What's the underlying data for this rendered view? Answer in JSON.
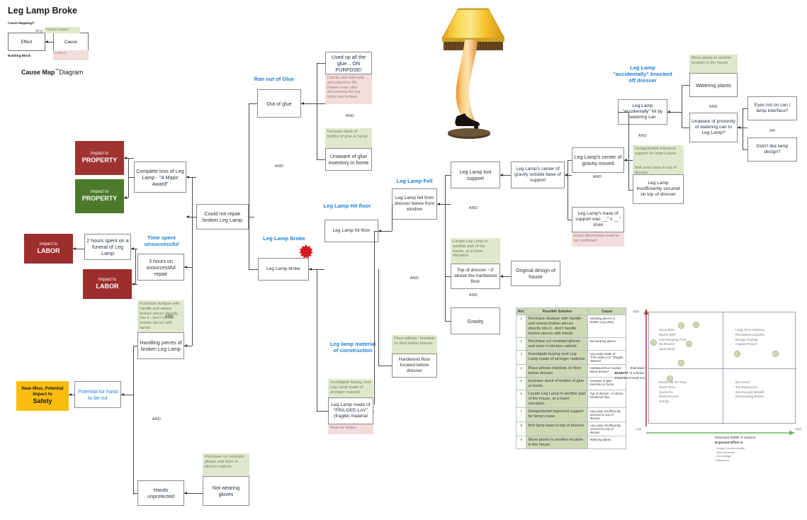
{
  "header": {
    "title": "Leg Lamp Broke",
    "legend": {
      "cause_mapping": "Cause Mapping®",
      "why": "Why?",
      "effect": "Effect",
      "cause": "Cause",
      "possible_solution": "Possible Solution",
      "evidence": "Evidence",
      "building_block": "Building Block",
      "diagram_bold": "Cause Map",
      "diagram_tm": "™",
      "diagram_rest": "Diagram"
    }
  },
  "labels": {
    "and": "AND",
    "or": "OR"
  },
  "impacts": [
    {
      "name": "property-red",
      "line1": "Impact to",
      "line2": "PROPERTY"
    },
    {
      "name": "property-green",
      "line1": "Impact to",
      "line2": "PROPERTY"
    },
    {
      "name": "labor-1",
      "line1": "Impact to",
      "line2": "LABOR"
    },
    {
      "name": "labor-2",
      "line1": "Impact to",
      "line2": "LABOR"
    },
    {
      "name": "safety",
      "line1": "Near-Miss, Potential Impact to",
      "line2": "Safety"
    }
  ],
  "headings": {
    "ran_out_of_glue": "Ran out of Glue",
    "leg_lamp_hit_floor": "Leg Lamp Hit floor",
    "leg_lamp_broke": "Leg Lamp Broke",
    "leg_lamp_fell": "Leg Lamp Fell",
    "time_spent_unsuccessful": "Time spent unsuccessful",
    "leg_lamp_material": "Leg lamp material of construction",
    "knocked_off_dresser": "Leg Lamp \"accidentally\" knocked off dresser"
  },
  "nodes": {
    "complete_loss": "Complete loss of Leg Lamp - \"A Major Award\"",
    "could_not_repair": "Could not repair broken Leg Lamp",
    "two_hours_funeral": "2 hours spent on a funeral of Leg Lamp",
    "three_hours_repair": "3 hours on unsuccessful repair",
    "handling_pieces": "Handling pieces of broken Leg Lamp",
    "potential_hand_cut": "Potential for hand to be cut",
    "hands_unprotected": "Hands unprotected",
    "not_wearing_gloves": "Not wearing gloves",
    "out_of_glue": "Out of glue",
    "used_up_glue": "Used up all the glue... ON PURPOSE!",
    "unaware_glue_inventory": "Unaware of glue inventory in home",
    "leg_lamp_hit_floor": "Leg Lamp hit floor",
    "leg_lamp_broke": "Leg Lamp broke",
    "leg_lamp_fell": "Leg Lamp fell from dresser below front window",
    "leg_lamp_lost_support": "Leg Lamp lost support",
    "cog_outside_base": "Leg Lamp's center of gravity outside base of support",
    "cog_moved": "Leg Lamp's center of gravity moved",
    "base_of_support": "Leg Lamp's base of support was __\" x __\" shoe",
    "top_of_dresser": "Top of dresser ~3' above the hardwood floor",
    "original_design": "Original design of house",
    "gravity": "Gravity",
    "hardwood_floor": "Hardwood floor located below dresser",
    "fragile_material": "Leg Lamp made of \"FRA-GEE-LAY\" (fragile) material",
    "hit_by_watering_can": "Leg Lamp \"accidentally\" hit by watering can",
    "watering_plants": "Watering plants",
    "unaware_proximity": "Unaware of proximity of watering can to Leg Lamp?",
    "eyes_not_on_can": "Eyes not on can / lamp interface?",
    "didnt_like_design": "Didn't like lamp design?",
    "insufficiently_secured": "Leg Lamp insufficiently secured on top of dresser"
  },
  "solutions": {
    "dustpan": "Purchase dustpan with handle and sweep broken pieces directly into it - don't handle broken pieces with hands",
    "cut_gloves": "Purchase cut resistant gloves and store in kitchen cabinet.",
    "increase_glue": "Increase stock of bottles of glue at home",
    "locate_lamp": "Locate Leg Lamp in another part of the house, at a lower elevation",
    "pillows": "Place pillows / blankets on floor below dresser",
    "stronger_material": "Investigate buying next Leg Lamp made of stronger material",
    "move_plants": "Move plants to another location in the house",
    "improved_support": "Design/install improved support for lamp's base",
    "bolt_lamp": "Bolt lamp base to top of dresser"
  },
  "evidence": {
    "mr_parker": "Calmly and rationally articulated by Mr. Parker soon after discovering the leg lamp was broken",
    "must_be_italian": "Must be Italian.",
    "exact_dimensions": "Exact dimensions need to be confirmed"
  },
  "solution_table": {
    "headers": [
      "Ref.",
      "Possible Solution",
      "Cause"
    ],
    "rows": [
      {
        "ref": "1",
        "solution": "Purchase dustpan with handle and sweep broken pieces directly into it - don't handle broken pieces with hands.",
        "cause": "Handling pieces of broken Leg Lamp"
      },
      {
        "ref": "2",
        "solution": "Purchase cut resistant gloves and store in kitchen cabinet.",
        "cause": "Not wearing gloves"
      },
      {
        "ref": "3",
        "solution": "Investigate buying next Leg Lamp made of stronger material.",
        "cause": "Leg Lamp made of \"FRA-GEE-LAY\" (fragile) material"
      },
      {
        "ref": "4",
        "solution": "Place pillows blankets on floor below dresser.",
        "cause": "Hardwood floor located below dresser"
      },
      {
        "ref": "5",
        "solution": "Increase stock of bottles of glue at home.",
        "cause": "Unaware of glue inventory in home"
      },
      {
        "ref": "6",
        "solution": "Locate Leg Lamp in another part of the house, at a lower elevation.",
        "cause": "Top of dresser ~3' above hardwood floor"
      },
      {
        "ref": "7",
        "solution": "Design/install improved support for lamp's base",
        "cause": "Leg Lamp insufficiently secured on top of dresser"
      },
      {
        "ref": "8",
        "solution": "Bolt lamp base to top of dresser",
        "cause": "Leg Lamp insufficiently secured on top of dresser"
      },
      {
        "ref": "9",
        "solution": "Move plants to another location in the house",
        "cause": "Watering plants"
      }
    ]
  },
  "chart_data": {
    "type": "scatter",
    "title": "",
    "xlabel": "Estimated COST of Solution / Expected Effort In",
    "ylabel": "Estimated BENEFIT of Solution / Expected Result Out",
    "xlim": [
      0,
      100
    ],
    "ylim": [
      0,
      100
    ],
    "xticks": [
      "Low",
      "High"
    ],
    "yticks": [
      "High"
    ],
    "grid": false,
    "quadrant_labels": {
      "top_left": [
        "Great Idea",
        "Works Well",
        "Low Hanging Fruit",
        "No Brainer",
        "Slam Dunk"
      ],
      "top_right": [
        "Long Term Solution",
        "Permanent Solution",
        "Design Change",
        "Capital Project"
      ],
      "bottom_left": [
        "Works OK for Now",
        "Short Term",
        "Quick Fix",
        "Work Around",
        "Get By"
      ],
      "bottom_right": [
        "Not Good",
        "Too Expensive",
        "Not Enough Benefit",
        "Diminishing Return"
      ]
    },
    "points": [
      {
        "label": "1",
        "x": 22,
        "y": 88
      },
      {
        "label": "2",
        "x": 32,
        "y": 89
      },
      {
        "label": "6",
        "x": 3,
        "y": 73
      },
      {
        "label": "8",
        "x": 27,
        "y": 72
      },
      {
        "label": "5",
        "x": 22,
        "y": 55
      },
      {
        "label": "4",
        "x": 14,
        "y": 41
      },
      {
        "label": "3",
        "x": 60,
        "y": 63
      },
      {
        "label": "7",
        "x": 86,
        "y": 63
      }
    ],
    "cost_bullets": [
      "- Scope-Function-Quality",
      "- Time-Schedule",
      "- Cost-Budget",
      "- Resources"
    ],
    "axis_low": "Low",
    "axis_high": "High",
    "ylabel_parts": {
      "pre": "Estimated",
      "bold": "BENEFIT",
      "post": " of Solution",
      "sub": "Expected Result Out"
    },
    "xlabel_parts": {
      "pre": "Estimated ",
      "bold": "COST",
      "post": " of Solution",
      "sub": "Expected Effort In"
    }
  }
}
